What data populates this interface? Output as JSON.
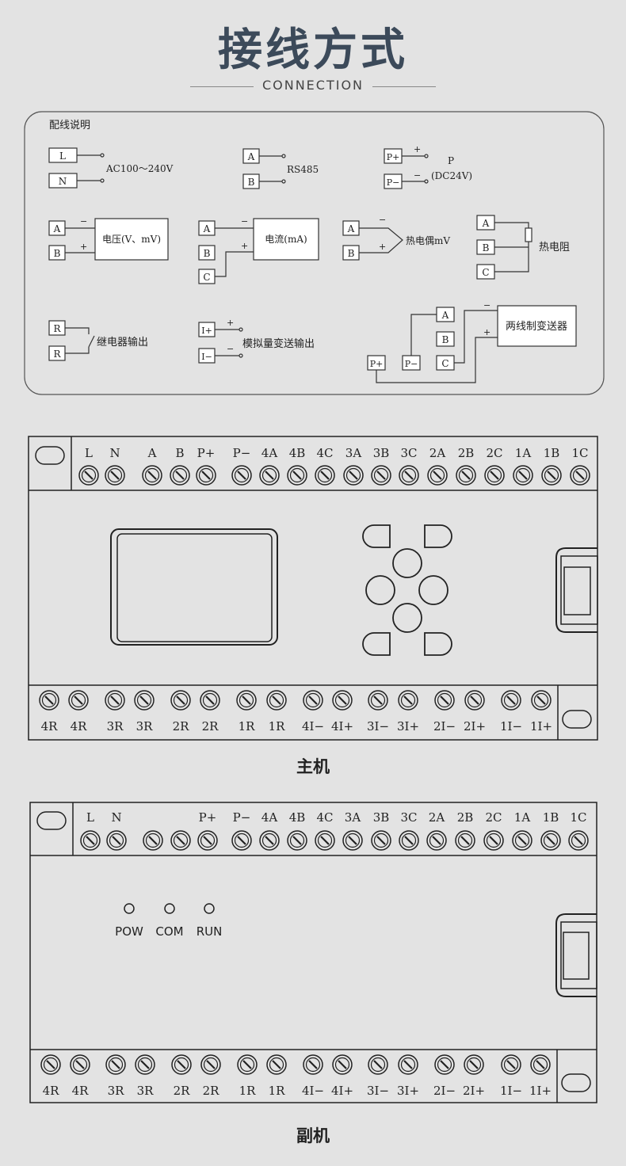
{
  "header": {
    "title": "接线方式",
    "subtitle": "CONNECTION"
  },
  "wiring": {
    "heading": "配线说明",
    "power": {
      "l": "L",
      "n": "N",
      "label": "AC100～240V"
    },
    "rs485": {
      "a": "A",
      "b": "B",
      "label": "RS485"
    },
    "dc24": {
      "pp": "P+",
      "pm": "P−",
      "plus": "+",
      "minus": "−",
      "label1": "P",
      "label2": "(DC24V)"
    },
    "voltage": {
      "a": "A",
      "b": "B",
      "minus": "−",
      "plus": "+",
      "box": "电压(V、mV)"
    },
    "current": {
      "a": "A",
      "b": "B",
      "c": "C",
      "minus": "−",
      "plus": "+",
      "box": "电流(mA)"
    },
    "thermocouple": {
      "a": "A",
      "b": "B",
      "minus": "−",
      "plus": "+",
      "label": "热电偶mV"
    },
    "rtd": {
      "a": "A",
      "b": "B",
      "c": "C",
      "label": "热电阻"
    },
    "relay": {
      "r1": "R",
      "r2": "R",
      "label": "继电器输出"
    },
    "analog": {
      "ip": "I+",
      "im": "I−",
      "plus": "+",
      "minus": "−",
      "label": "模拟量变送输出"
    },
    "transmitter": {
      "a": "A",
      "b": "B",
      "c": "C",
      "pp": "P+",
      "pm": "P−",
      "minus": "−",
      "plus": "+",
      "box": "两线制变送器"
    }
  },
  "main_unit": {
    "caption": "主机",
    "top_terminals": [
      "L",
      "N",
      "A",
      "B",
      "P+",
      "P−",
      "4A",
      "4B",
      "4C",
      "3A",
      "3B",
      "3C",
      "2A",
      "2B",
      "2C",
      "1A",
      "1B",
      "1C"
    ],
    "bottom_terminals": [
      "4R",
      "4R",
      "3R",
      "3R",
      "2R",
      "2R",
      "1R",
      "1R",
      "4I−",
      "4I+",
      "3I−",
      "3I+",
      "2I−",
      "2I+",
      "1I−",
      "1I+"
    ]
  },
  "sub_unit": {
    "caption": "副机",
    "top_terminals": [
      "L",
      "N",
      "",
      "",
      "P+",
      "P−",
      "4A",
      "4B",
      "4C",
      "3A",
      "3B",
      "3C",
      "2A",
      "2B",
      "2C",
      "1A",
      "1B",
      "1C"
    ],
    "bottom_terminals": [
      "4R",
      "4R",
      "3R",
      "3R",
      "2R",
      "2R",
      "1R",
      "1R",
      "4I−",
      "4I+",
      "3I−",
      "3I+",
      "2I−",
      "2I+",
      "1I−",
      "1I+"
    ],
    "leds": [
      "POW",
      "COM",
      "RUN"
    ]
  }
}
